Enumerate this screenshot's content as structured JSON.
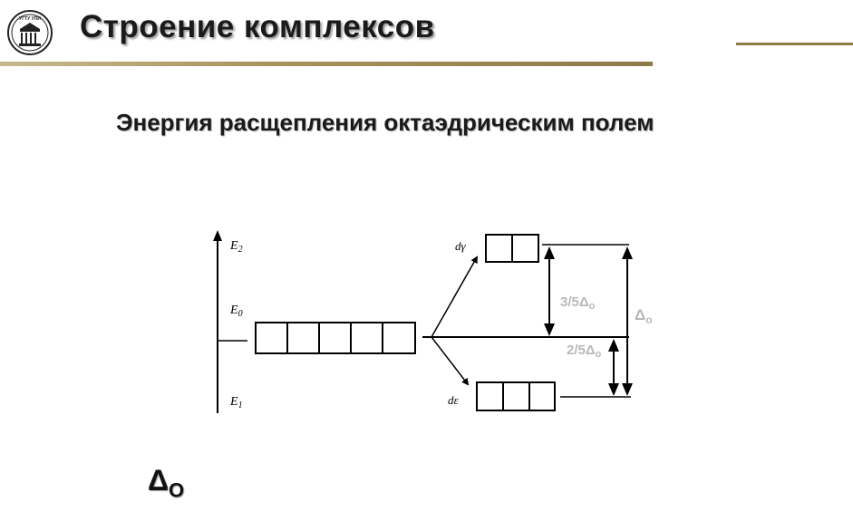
{
  "header": {
    "title": "Строение комплексов",
    "logo_text": "УГТУ УПИ"
  },
  "subtitle": "Энергия расщепления октаэдрическим полем",
  "diagram": {
    "levels": {
      "e2": "E",
      "e2_sub": "2",
      "e0": "E",
      "e0_sub": "0",
      "e1": "E",
      "e1_sub": "1"
    },
    "d_gamma": "dγ",
    "d_epsilon": "dε",
    "three_fifths": "3/5Δ",
    "three_fifths_sub": "o",
    "two_fifths": "2/5Δ",
    "two_fifths_sub": "o",
    "delta_o": "Δ",
    "delta_o_sub": "o"
  },
  "footer": {
    "delta": "Δ",
    "delta_sub": "O"
  },
  "colors": {
    "bar": "#a9945e",
    "light_label": "#b8b8b8",
    "ink": "#000000"
  }
}
